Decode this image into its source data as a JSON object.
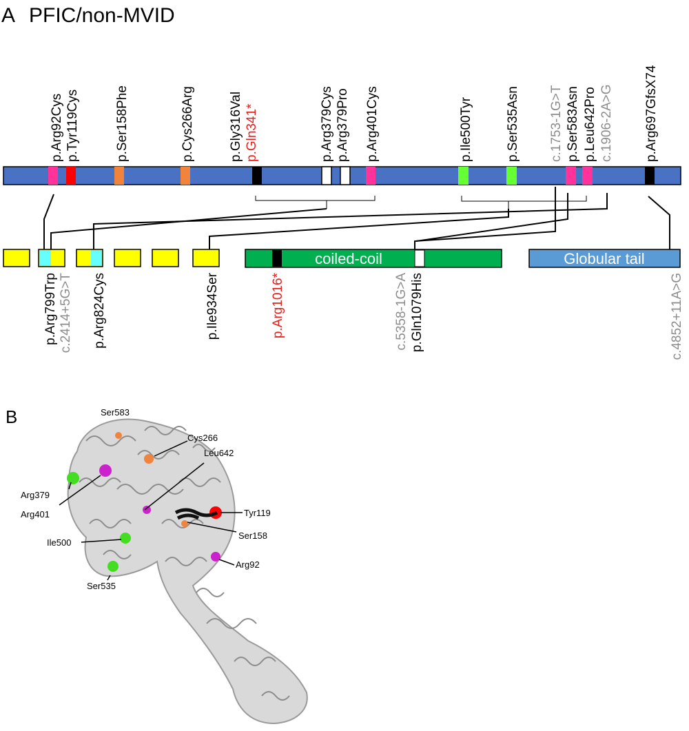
{
  "panel_a": {
    "letter": "A",
    "title": "PFIC/non-MVID",
    "top_labels": [
      {
        "text": "p.Arg92Cys",
        "color": "#000000"
      },
      {
        "text": "p.Tyr119Cys",
        "color": "#000000"
      },
      {
        "text": "p.Ser158Phe",
        "color": "#000000"
      },
      {
        "text": "p.Cys266Arg",
        "color": "#000000"
      },
      {
        "text": "p.Gly316Val",
        "color": "#000000"
      },
      {
        "text": "p.Gln341*",
        "color": "#e8201c"
      },
      {
        "text": "p.Arg379Cys",
        "color": "#000000"
      },
      {
        "text": "p.Arg379Pro",
        "color": "#000000"
      },
      {
        "text": "p.Arg401Cys",
        "color": "#000000"
      },
      {
        "text": "p.Ile500Tyr",
        "color": "#000000"
      },
      {
        "text": "p.Ser535Asn",
        "color": "#000000"
      },
      {
        "text": "c.1753-1G>T",
        "color": "#8c8c8c"
      },
      {
        "text": "p.Ser583Asn",
        "color": "#000000"
      },
      {
        "text": "p.Leu642Pro",
        "color": "#000000"
      },
      {
        "text": "c.1906-2A>G",
        "color": "#8c8c8c"
      },
      {
        "text": "p.Arg697GfsX74",
        "color": "#000000"
      }
    ],
    "domains": {
      "motor_color": "#4a72c4",
      "iq_color": "#ffff00",
      "coiled_coil_label": "coiled-coil",
      "coiled_coil_color": "#00b050",
      "globular_tail_label": "Globular tail",
      "globular_tail_color": "#5b9bd5"
    },
    "bottom_labels": [
      {
        "text": "p.Arg799Trp",
        "color": "#000000"
      },
      {
        "text": "c.2414+5G>T",
        "color": "#8c8c8c"
      },
      {
        "text": "p.Arg824Cys",
        "color": "#000000"
      },
      {
        "text": "p.Ile934Ser",
        "color": "#000000"
      },
      {
        "text": "p.Arg1016*",
        "color": "#e8201c"
      },
      {
        "text": "c.5358-1G>A",
        "color": "#8c8c8c"
      },
      {
        "text": "p.Gln1079His",
        "color": "#000000"
      },
      {
        "text": "c.4852+11A>G",
        "color": "#8c8c8c"
      }
    ],
    "variant_colors": {
      "magenta": "#ff3399",
      "red": "#ff0000",
      "orange": "#f0843c",
      "black": "#000000",
      "white": "#ffffff",
      "green": "#66ff33",
      "cyan": "#66ffff"
    }
  },
  "panel_b": {
    "letter": "B",
    "residue_labels": [
      "Ser583",
      "Cys266",
      "Leu642",
      "Arg379",
      "Arg401",
      "Tyr119",
      "Ser158",
      "Ile500",
      "Arg92",
      "Ser535"
    ],
    "ribbon_color": "#c8c8c8"
  }
}
